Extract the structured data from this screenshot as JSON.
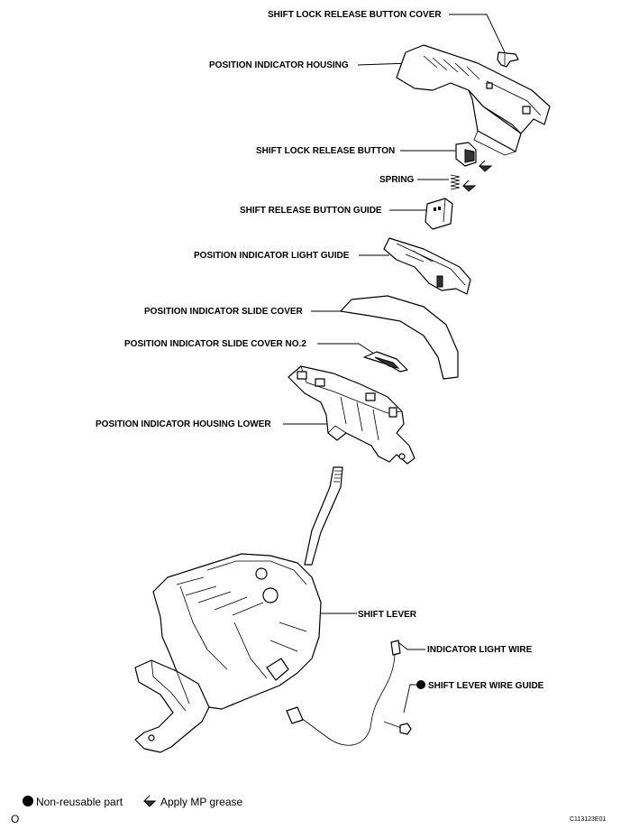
{
  "labels": {
    "shift_lock_release_button_cover": "SHIFT LOCK RELEASE BUTTON COVER",
    "position_indicator_housing": "POSITION INDICATOR HOUSING",
    "shift_lock_release_button": "SHIFT LOCK RELEASE BUTTON",
    "spring": "SPRING",
    "shift_release_button_guide": "SHIFT RELEASE BUTTON GUIDE",
    "position_indicator_light_guide": "POSITION INDICATOR LIGHT GUIDE",
    "position_indicator_slide_cover": "POSITION INDICATOR SLIDE COVER",
    "position_indicator_slide_cover_no2": "POSITION INDICATOR SLIDE COVER NO.2",
    "position_indicator_housing_lower": "POSITION INDICATOR HOUSING LOWER",
    "shift_lever": "SHIFT LEVER",
    "indicator_light_wire": "INDICATOR LIGHT WIRE",
    "shift_lever_wire_guide": "SHIFT LEVER WIRE GUIDE"
  },
  "legend": {
    "non_reusable": "Non-reusable part",
    "apply_grease": "Apply MP grease"
  },
  "footer": {
    "left_mark": "O",
    "figure_id": "C113123E01"
  }
}
